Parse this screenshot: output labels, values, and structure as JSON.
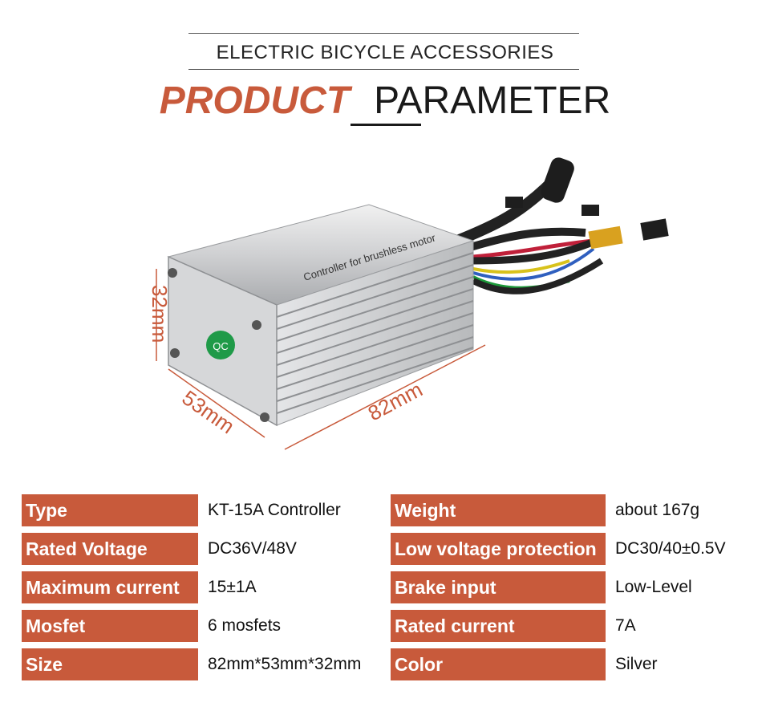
{
  "header": {
    "subtitle": "ELECTRIC BICYCLE ACCESSORIES",
    "title_left": "PRODUCT",
    "title_right": "PARAMETER"
  },
  "dimensions": {
    "height": "32mm",
    "width": "53mm",
    "length": "82mm"
  },
  "product_label": {
    "line1": "Controller for brushless motor",
    "badge": "QC"
  },
  "specs": {
    "left": [
      {
        "label": "Type",
        "value": "KT-15A Controller"
      },
      {
        "label": "Rated Voltage",
        "value": "DC36V/48V"
      },
      {
        "label": "Maximum current",
        "value": "15±1A"
      },
      {
        "label": "Mosfet",
        "value": "6 mosfets"
      },
      {
        "label": "Size",
        "value": "82mm*53mm*32mm"
      }
    ],
    "right": [
      {
        "label": "Weight",
        "value": "about 167g"
      },
      {
        "label": "Low voltage protection",
        "value": "DC30/40±0.5V"
      },
      {
        "label": "Brake input",
        "value": "Low-Level"
      },
      {
        "label": "Rated current",
        "value": "7A"
      },
      {
        "label": "Color",
        "value": "Silver"
      }
    ]
  },
  "colors": {
    "accent": "#c85a3b",
    "text": "#1a1a1a"
  }
}
